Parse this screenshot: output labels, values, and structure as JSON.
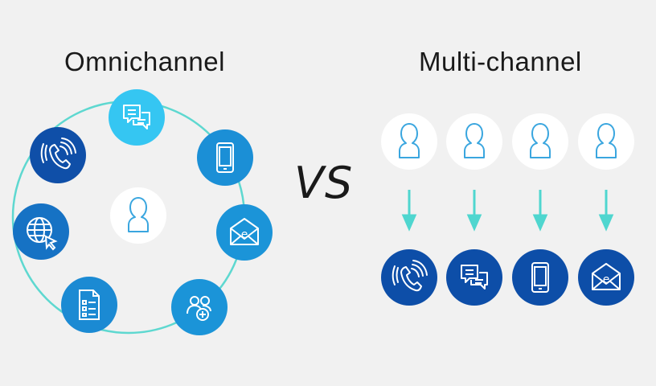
{
  "omnichannel": {
    "title": "Omnichannel",
    "colors": {
      "ring": "#5ed8d0",
      "center_fill": "#ffffff",
      "icon_stroke": "#ffffff",
      "person_stroke": "#3aa6df"
    },
    "center_icon": "person-icon",
    "channels": [
      {
        "name": "chat-icon",
        "color": "#35c6f2"
      },
      {
        "name": "phone-icon",
        "color": "#1b8fd6"
      },
      {
        "name": "email-icon",
        "color": "#1b94d8"
      },
      {
        "name": "add-group-icon",
        "color": "#1b94d8"
      },
      {
        "name": "form-icon",
        "color": "#1b8ad3"
      },
      {
        "name": "web-icon",
        "color": "#1672c4"
      },
      {
        "name": "call-icon",
        "color": "#0f4fa8"
      }
    ]
  },
  "vs_text": "VS",
  "multichannel": {
    "title": "Multi-channel",
    "colors": {
      "arrow": "#4fd6cf",
      "person_fill": "#ffffff",
      "person_stroke": "#3aa6df",
      "channel_fill": "#0d4ea8",
      "icon_stroke": "#ffffff"
    },
    "columns": [
      {
        "person_icon": "person-icon",
        "channel_icon": "call-icon"
      },
      {
        "person_icon": "person-icon",
        "channel_icon": "chat-icon"
      },
      {
        "person_icon": "person-icon",
        "channel_icon": "phone-icon"
      },
      {
        "person_icon": "person-icon",
        "channel_icon": "email-icon"
      }
    ],
    "email_letter": "e"
  }
}
